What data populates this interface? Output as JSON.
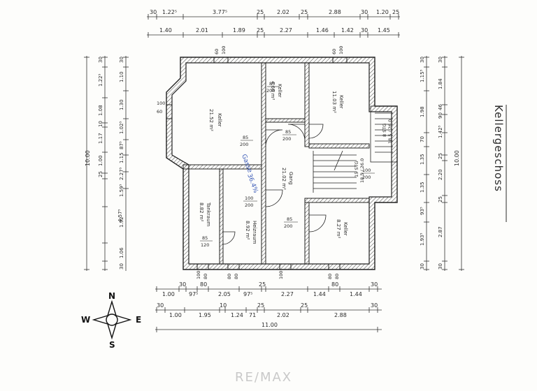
{
  "title": "Kellergeschoss",
  "watermark": "RE/MAX",
  "compass": {
    "n": "N",
    "e": "E",
    "s": "S",
    "w": "W"
  },
  "dims_top_1": [
    "30",
    "1.22⁵",
    "3.77⁵",
    "25",
    "2.02",
    "25",
    "2.88",
    "30",
    "1.20",
    "25"
  ],
  "dims_top_2": [
    "1.40",
    "2.01",
    "1.89",
    "25",
    "2.27",
    "1.46",
    "1.42",
    "30",
    "1.45"
  ],
  "dims_bottom_1": [
    "1.00",
    "30",
    "97⁵",
    "80",
    "2.05",
    "97⁵",
    "25",
    "2.27",
    "1.44",
    "80",
    "1.44",
    "30"
  ],
  "dims_bottom_2": [
    "30",
    "1.00",
    "1.95",
    "10",
    "1.24",
    "71",
    "25",
    "2.02",
    "25",
    "2.88",
    "30"
  ],
  "dims_bottom_total": "11.00",
  "dims_left_outer": [
    "30",
    "1.22⁵",
    "1.08",
    "10",
    "1.17",
    "1.00",
    "25",
    "4.57⁵",
    "1.92",
    "1.06",
    "30"
  ],
  "dims_left_inner": [
    "30",
    "1.10",
    "1.30",
    "1.02⁵",
    "87⁵",
    "1.15",
    "2.27⁵",
    "1.59⁵"
  ],
  "dims_left_total": "10.00",
  "dims_right_outer": [
    "30",
    "1.15⁵",
    "1.98",
    "70",
    "1.35",
    "1.35",
    "93⁵",
    "1.93⁵",
    "30"
  ],
  "dims_right_inner": [
    "30",
    "1.84",
    "46",
    "90",
    "1.42⁵",
    "25",
    "2.20",
    "25",
    "2.87",
    "30"
  ],
  "dims_right_total": "10.00",
  "rooms": [
    {
      "name": "Keller",
      "area": "21.52 m²"
    },
    {
      "name": "Keller",
      "area": "4.66 m²"
    },
    {
      "name": "Keller",
      "area": "11.03 m²"
    },
    {
      "name": "Gang",
      "area": "21.02 m²"
    },
    {
      "name": "Tankraum",
      "area": "8.82 m²"
    },
    {
      "name": "Heizraum",
      "area": "8.92 m²"
    },
    {
      "name": "Keller",
      "area": "8.27 m²"
    }
  ],
  "doors": [
    {
      "w": "85",
      "h": "200"
    },
    {
      "w": "85",
      "h": "200"
    },
    {
      "w": "85",
      "h": "200"
    },
    {
      "w": "100",
      "h": "200"
    },
    {
      "w": "85",
      "h": "200"
    },
    {
      "w": "85",
      "h": "120"
    },
    {
      "w": "100",
      "h": "200"
    }
  ],
  "windows": [
    "60",
    "100",
    "60",
    "100",
    "100",
    "60",
    "100",
    "80",
    "80",
    "80",
    "100",
    "80",
    "80"
  ],
  "stair_1": {
    "label": "8 STG",
    "ratio": "18.5 / 26.0"
  },
  "stair_2": {
    "label": "15 STG",
    "ratio": "18.5 / 26.0"
  },
  "notes": [
    "Gasse",
    "36.4%"
  ]
}
